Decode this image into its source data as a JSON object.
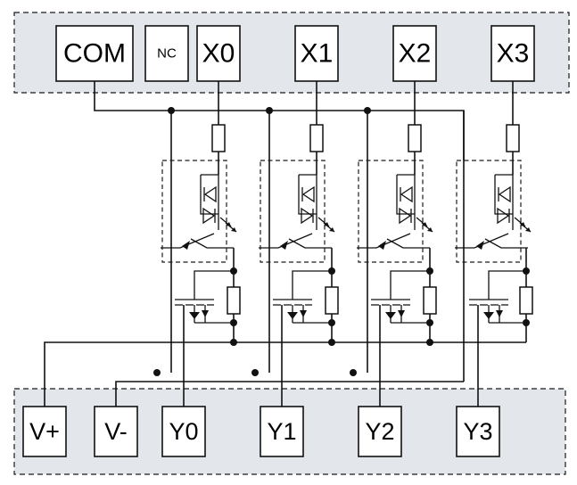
{
  "inputs": {
    "common": "COM",
    "nc": "NC",
    "x0": "X0",
    "x1": "X1",
    "x2": "X2",
    "x3": "X3"
  },
  "outputs": {
    "vplus": "V+",
    "vminus": "V-",
    "y0": "Y0",
    "y1": "Y1",
    "y2": "Y2",
    "y3": "Y3"
  }
}
